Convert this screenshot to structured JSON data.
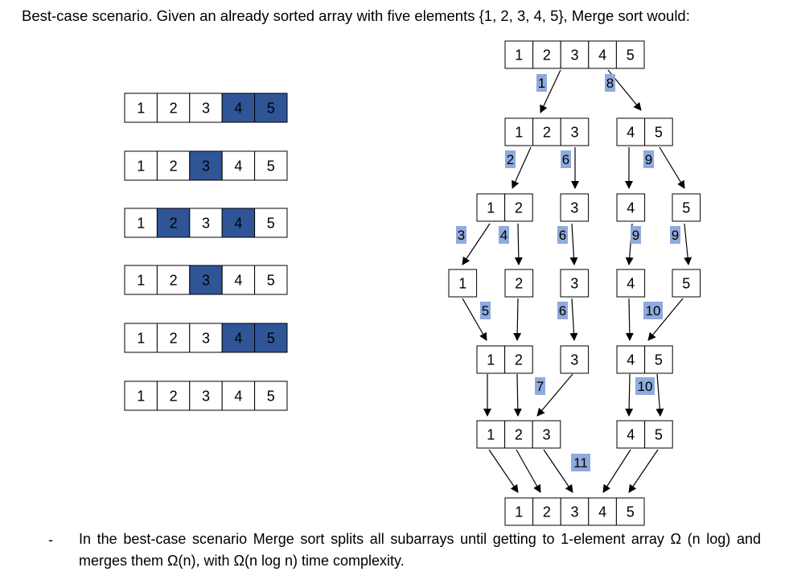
{
  "heading": "Best-case scenario. Given an already sorted array with five elements {1, 2, 3, 4, 5}, Merge sort would:",
  "bullet": {
    "dash": "-",
    "text": "In the best-case scenario Merge sort splits all subarrays until getting to 1-element array Ω (n log) and merges them Ω(n), with Ω(n log n) time complexity."
  },
  "colors": {
    "highlight": "#2f5597",
    "step_badge": "#8faadc",
    "border": "#000000"
  },
  "left_arrays": [
    {
      "cells": [
        "1",
        "2",
        "3",
        "4",
        "5"
      ],
      "highlighted": [
        false,
        false,
        false,
        true,
        true
      ]
    },
    {
      "cells": [
        "1",
        "2",
        "3",
        "4",
        "5"
      ],
      "highlighted": [
        false,
        false,
        true,
        false,
        false
      ]
    },
    {
      "cells": [
        "1",
        "2",
        "3",
        "4",
        "5"
      ],
      "highlighted": [
        false,
        true,
        false,
        true,
        false
      ]
    },
    {
      "cells": [
        "1",
        "2",
        "3",
        "4",
        "5"
      ],
      "highlighted": [
        false,
        false,
        true,
        false,
        false
      ]
    },
    {
      "cells": [
        "1",
        "2",
        "3",
        "4",
        "5"
      ],
      "highlighted": [
        false,
        false,
        false,
        true,
        true
      ]
    },
    {
      "cells": [
        "1",
        "2",
        "3",
        "4",
        "5"
      ],
      "highlighted": [
        false,
        false,
        false,
        false,
        false
      ]
    }
  ],
  "tree_arrays": [
    {
      "id": "split-root",
      "cells": [
        "1",
        "2",
        "3",
        "4",
        "5"
      ]
    },
    {
      "id": "split-left",
      "cells": [
        "1",
        "2",
        "3"
      ]
    },
    {
      "id": "split-right",
      "cells": [
        "4",
        "5"
      ]
    },
    {
      "id": "split-12",
      "cells": [
        "1",
        "2"
      ]
    },
    {
      "id": "single-3-a",
      "cells": [
        "3"
      ]
    },
    {
      "id": "single-4-a",
      "cells": [
        "4"
      ]
    },
    {
      "id": "single-5-a",
      "cells": [
        "5"
      ]
    },
    {
      "id": "single-1",
      "cells": [
        "1"
      ]
    },
    {
      "id": "single-2",
      "cells": [
        "2"
      ]
    },
    {
      "id": "single-3-b",
      "cells": [
        "3"
      ]
    },
    {
      "id": "single-4-b",
      "cells": [
        "4"
      ]
    },
    {
      "id": "single-5-b",
      "cells": [
        "5"
      ]
    },
    {
      "id": "merged-12",
      "cells": [
        "1",
        "2"
      ]
    },
    {
      "id": "single-3-c",
      "cells": [
        "3"
      ]
    },
    {
      "id": "merged-45",
      "cells": [
        "4",
        "5"
      ]
    },
    {
      "id": "merged-123",
      "cells": [
        "1",
        "2",
        "3"
      ]
    },
    {
      "id": "merged-45-b",
      "cells": [
        "4",
        "5"
      ]
    },
    {
      "id": "merged-final",
      "cells": [
        "1",
        "2",
        "3",
        "4",
        "5"
      ]
    }
  ],
  "step_labels": [
    "1",
    "8",
    "2",
    "6",
    "9",
    "3",
    "4",
    "6",
    "9",
    "9",
    "5",
    "6",
    "10",
    "7",
    "10",
    "11"
  ]
}
